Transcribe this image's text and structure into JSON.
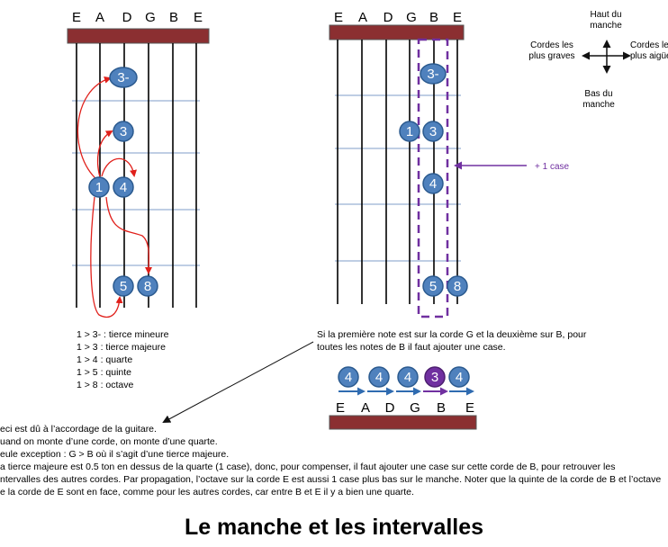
{
  "strings": [
    "E",
    "A",
    "D",
    "G",
    "B",
    "E"
  ],
  "dots": {
    "minor_third": "3-",
    "third": "3",
    "root": "1",
    "fourth": "4",
    "fifth": "5",
    "octave": "8"
  },
  "compass": {
    "top": "Haut du manche",
    "left": "Cordes les plus graves",
    "right": "Cordes les plus aigües",
    "bottom": "Bas du manche"
  },
  "shift_label": "+ 1 case",
  "intervals": [
    "1 > 3- :  tierce mineure",
    "1 > 3 :  tierce majeure",
    "1 > 4 :  quarte",
    "1 > 5 :  quinte",
    "1 > 8 :  octave"
  ],
  "right_note": [
    "Si la première note est sur la corde G et la deuxième sur B, pour",
    "toutes les notes de B il faut ajouter une case."
  ],
  "chain_dots": [
    "4",
    "4",
    "4",
    "3",
    "4"
  ],
  "explanation": [
    "eci est dû à l’accordage de la guitare.",
    "uand on monte d’une corde, on monte d’une quarte.",
    "eule exception : G > B où il s’agit d’une tierce majeure.",
    "a tierce majeure est 0.5 ton en dessus de la quarte (1 case), donc, pour compenser, il faut ajouter une case sur cette corde de B, pour retrouver les",
    "ntervalles des autres cordes. Par propagation, l’octave sur la corde E est aussi 1 case plus bas sur le manche. Noter que la quinte de la corde de B et l’octave",
    "e la corde de E sont en face, comme pour les autres cordes, car entre B et E il y a bien une quarte."
  ],
  "title": "Le manche et les intervalles",
  "colors": {
    "nut": "#8b2f31",
    "dot_fill": "#4f81bd",
    "dot_stroke": "#2b5a8f",
    "purple": "#7030a0",
    "arrow_red": "#e0201b",
    "fret": "#7f9ec8",
    "arrow_blue": "#2f6bb0"
  }
}
